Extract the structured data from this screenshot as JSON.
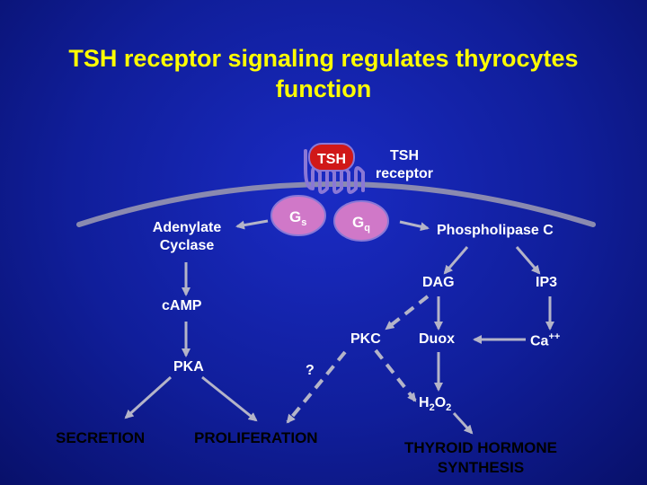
{
  "title": {
    "line1": "TSH receptor signaling regulates thyrocytes",
    "line2": "function"
  },
  "nodes": {
    "tsh": "TSH",
    "receptor_line1": "TSH",
    "receptor_line2": "receptor",
    "adenylate_line1": "Adenylate",
    "adenylate_line2": "Cyclase",
    "gs_main": "G",
    "gs_sub": "s",
    "gq_main": "G",
    "gq_sub": "q",
    "plc": "Phospholipase C",
    "dag": "DAG",
    "ip3": "IP3",
    "camp": "cAMP",
    "pkc": "PKC",
    "duox": "Duox",
    "ca_main": "Ca",
    "ca_sup": "++",
    "pka": "PKA",
    "question": "?",
    "h2o2_h": "H",
    "h2o2_2a": "2",
    "h2o2_o": "O",
    "h2o2_2b": "2",
    "secretion": "SECRETION",
    "proliferation": "PROLIFERATION",
    "thyroid_line1": "THYROID HORMONE",
    "thyroid_line2": "SYNTHESIS"
  },
  "colors": {
    "background": "#1020a8",
    "title": "#ffff00",
    "text": "#ffffff",
    "membrane": "#8a8ab0",
    "receptor": "#8a78d6",
    "tsh_fill": "#d01818",
    "g_protein_fill": "#d078c8",
    "arrow": "#b4b4c8"
  }
}
